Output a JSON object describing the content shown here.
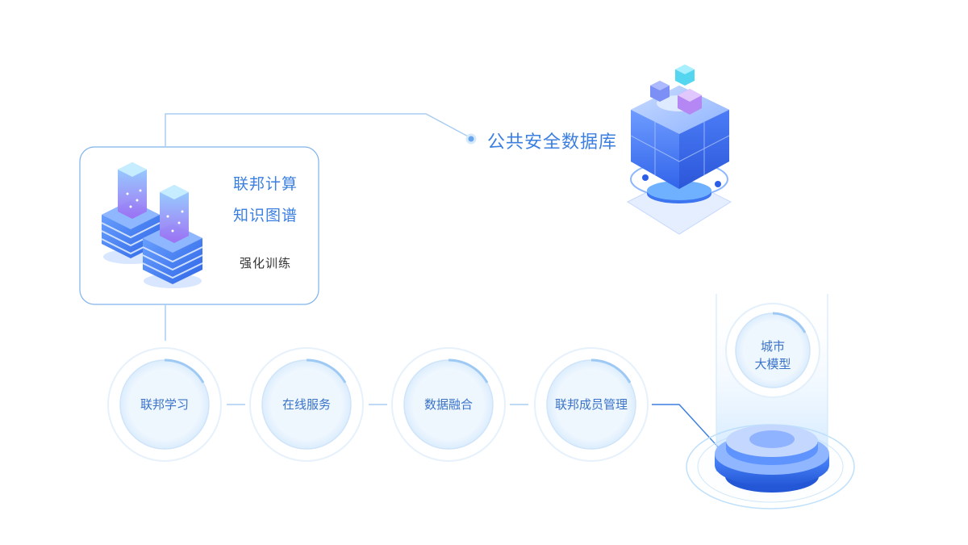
{
  "database": {
    "label": "公共安全数据库"
  },
  "tech_panel": {
    "items": [
      {
        "label": "联邦计算"
      },
      {
        "label": "知识图谱"
      },
      {
        "label": "强化训练"
      }
    ]
  },
  "flow": {
    "steps": [
      {
        "label": "联邦学习"
      },
      {
        "label": "在线服务"
      },
      {
        "label": "数据融合"
      },
      {
        "label": "联邦成员管理"
      }
    ]
  },
  "city_model": {
    "line1": "城市",
    "line2": "大模型"
  },
  "colors": {
    "accent": "#3b7fe0",
    "line": "#a9cdf2",
    "circle_fill": "#eef6fe",
    "cube_blue": "#3d74f0",
    "cube_purple": "#b487f5"
  }
}
